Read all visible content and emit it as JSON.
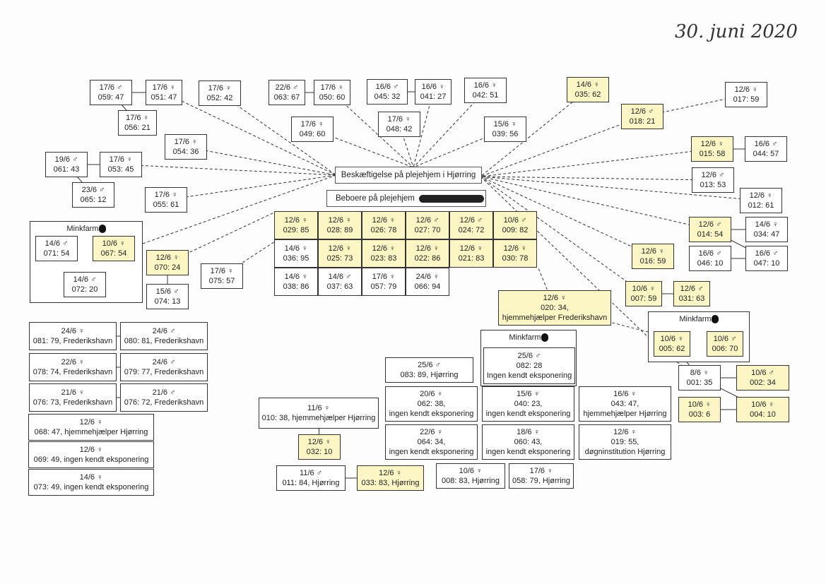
{
  "title": "30. juni 2020",
  "hub": "Beskæftigelse på plejehjem i Hjørring",
  "residents_label": "Beboere på plejehjem",
  "groups": [
    "Minkfarm",
    "Minkfarm",
    "Minkfarm"
  ],
  "colors": {
    "highlight": "#fbf6c4",
    "border": "#333333"
  },
  "nodes": [
    {
      "date": "17/6 ♂",
      "line": "059: 47"
    },
    {
      "date": "17/6 ♀",
      "line": "051: 47"
    },
    {
      "date": "17/6 ♀",
      "line": "052: 42"
    },
    {
      "date": "17/6 ♀",
      "line": "056: 21"
    },
    {
      "date": "17/6 ♀",
      "line": "054: 36"
    },
    {
      "date": "19/6 ♂",
      "line": "061: 43"
    },
    {
      "date": "17/6 ♀",
      "line": "053: 45"
    },
    {
      "date": "23/6 ♂",
      "line": "065: 12"
    },
    {
      "date": "17/6 ♀",
      "line": "055: 61"
    },
    {
      "date": "14/6 ♂",
      "line": "071: 54"
    },
    {
      "date": "10/6 ♀",
      "line": "067: 54",
      "hl": true
    },
    {
      "date": "14/6 ♂",
      "line": "072: 20"
    },
    {
      "date": "12/6 ♀",
      "line": "070: 24",
      "hl": true
    },
    {
      "date": "15/6 ♂",
      "line": "074: 13"
    },
    {
      "date": "17/6 ♀",
      "line": "075: 57"
    },
    {
      "date": "22/6 ♂",
      "line": "063: 67"
    },
    {
      "date": "17/6 ♀",
      "line": "050: 60"
    },
    {
      "date": "17/6 ♀",
      "line": "049: 60"
    },
    {
      "date": "16/6 ♂",
      "line": "045: 32"
    },
    {
      "date": "16/6 ♀",
      "line": "041: 27"
    },
    {
      "date": "17/6 ♀",
      "line": "048: 42"
    },
    {
      "date": "16/6 ♀",
      "line": "042: 51"
    },
    {
      "date": "15/6 ♀",
      "line": "039: 56"
    },
    {
      "date": "12/6 ♀",
      "line": "029: 85",
      "hl": true
    },
    {
      "date": "12/6 ♀",
      "line": "028: 89",
      "hl": true
    },
    {
      "date": "12/6 ♀",
      "line": "026: 78",
      "hl": true
    },
    {
      "date": "12/6 ♂",
      "line": "027: 70",
      "hl": true
    },
    {
      "date": "12/6 ♂",
      "line": "024: 72",
      "hl": true
    },
    {
      "date": "10/6 ♂",
      "line": "009: 82",
      "hl": true
    },
    {
      "date": "14/6 ♀",
      "line": "036: 95"
    },
    {
      "date": "12/6 ♀",
      "line": "025: 73",
      "hl": true
    },
    {
      "date": "12/6 ♀",
      "line": "023: 83",
      "hl": true
    },
    {
      "date": "12/6 ♀",
      "line": "022: 86",
      "hl": true
    },
    {
      "date": "12/6 ♀",
      "line": "021: 83",
      "hl": true
    },
    {
      "date": "12/6 ♀",
      "line": "030: 78",
      "hl": true
    },
    {
      "date": "14/6 ♀",
      "line": "038: 86"
    },
    {
      "date": "14/6 ♂",
      "line": "037: 63"
    },
    {
      "date": "17/6 ♀",
      "line": "057: 79"
    },
    {
      "date": "24/6 ♀",
      "line": "066: 94"
    },
    {
      "date": "14/6 ♀",
      "line": "035: 62",
      "hl": true
    },
    {
      "date": "12/6 ♂",
      "line": "018: 21",
      "hl": true
    },
    {
      "date": "12/6 ♀",
      "line": "017: 59"
    },
    {
      "date": "12/6 ♀",
      "line": "015: 58",
      "hl": true
    },
    {
      "date": "16/6 ♂",
      "line": "044: 57"
    },
    {
      "date": "12/6 ♂",
      "line": "013: 53"
    },
    {
      "date": "12/6 ♀",
      "line": "012: 61"
    },
    {
      "date": "12/6 ♂",
      "line": "014: 54",
      "hl": true
    },
    {
      "date": "14/6 ♀",
      "line": "034: 47"
    },
    {
      "date": "16/6 ♂",
      "line": "046: 10"
    },
    {
      "date": "16/6 ♂",
      "line": "047: 10"
    },
    {
      "date": "12/6 ♀",
      "line": "016: 59",
      "hl": true
    },
    {
      "date": "10/6 ♀",
      "line": "007: 59",
      "hl": true
    },
    {
      "date": "12/6 ♂",
      "line": "031: 63",
      "hl": true
    },
    {
      "date": "12/6 ♀",
      "line": "020: 34,",
      "line2": "hjemmehjælper Frederikshavn",
      "hl": true
    },
    {
      "date": "10/6 ♀",
      "line": "005: 62",
      "hl": true
    },
    {
      "date": "10/6 ♂",
      "line": "006: 70",
      "hl": true
    },
    {
      "date": "8/6 ♀",
      "line": "001: 35"
    },
    {
      "date": "10/6 ♂",
      "line": "002: 34",
      "hl": true
    },
    {
      "date": "10/6 ♀",
      "line": "003: 6",
      "hl": true
    },
    {
      "date": "10/6 ♀",
      "line": "004: 10",
      "hl": true
    },
    {
      "date": "24/6 ♀",
      "line": "081: 79, Frederikshavn"
    },
    {
      "date": "24/6 ♂",
      "line": "080: 81, Frederikshavn"
    },
    {
      "date": "22/6 ♀",
      "line": "078: 74, Frederikshavn"
    },
    {
      "date": "24/6 ♂",
      "line": "079: 77, Frederikshavn"
    },
    {
      "date": "21/6 ♀",
      "line": "076: 73, Frederikshavn"
    },
    {
      "date": "21/6 ♂",
      "line": "076: 72, Frederikshavn"
    },
    {
      "date": "12/6 ♀",
      "line": "068: 47, hjemmehjælper Hjørring"
    },
    {
      "date": "12/6 ♀",
      "line": "069: 49, ingen kendt eksponering"
    },
    {
      "date": "14/6 ♀",
      "line": "073: 49, ingen kendt eksponering"
    },
    {
      "date": "11/6 ♀",
      "line": "010: 38, hjemmehjælper Hjørring"
    },
    {
      "date": "12/6 ♀",
      "line": "032: 10",
      "hl": true
    },
    {
      "date": "11/6 ♂",
      "line": "011: 84, Hjørring"
    },
    {
      "date": "12/6 ♀",
      "line": "033: 83, Hjørring",
      "hl": true
    },
    {
      "date": "25/6 ♂",
      "line": "082: 28",
      "line2": "Ingen kendt eksponering"
    },
    {
      "date": "25/6 ♂",
      "line": "083: 89, Hjørring"
    },
    {
      "date": "20/6 ♀",
      "line": "062: 38,",
      "line2": "ingen kendt eksponering"
    },
    {
      "date": "15/6 ♀",
      "line": "040: 23,",
      "line2": "ingen kendt eksponering"
    },
    {
      "date": "16/6 ♀",
      "line": "043: 47,",
      "line2": "hjemmehjælper Hjørring"
    },
    {
      "date": "22/6 ♀",
      "line": "064: 34,",
      "line2": "ingen kendt eksponering"
    },
    {
      "date": "18/6 ♀",
      "line": "060: 43,",
      "line2": "ingen kendt eksponering"
    },
    {
      "date": "12/6 ♀",
      "line": "019: 55,",
      "line2": "døgninstitution Hjørring"
    },
    {
      "date": "10/6 ♀",
      "line": "008: 83, Hjørring"
    },
    {
      "date": "17/6 ♀",
      "line": "058: 79, Hjørring"
    }
  ]
}
